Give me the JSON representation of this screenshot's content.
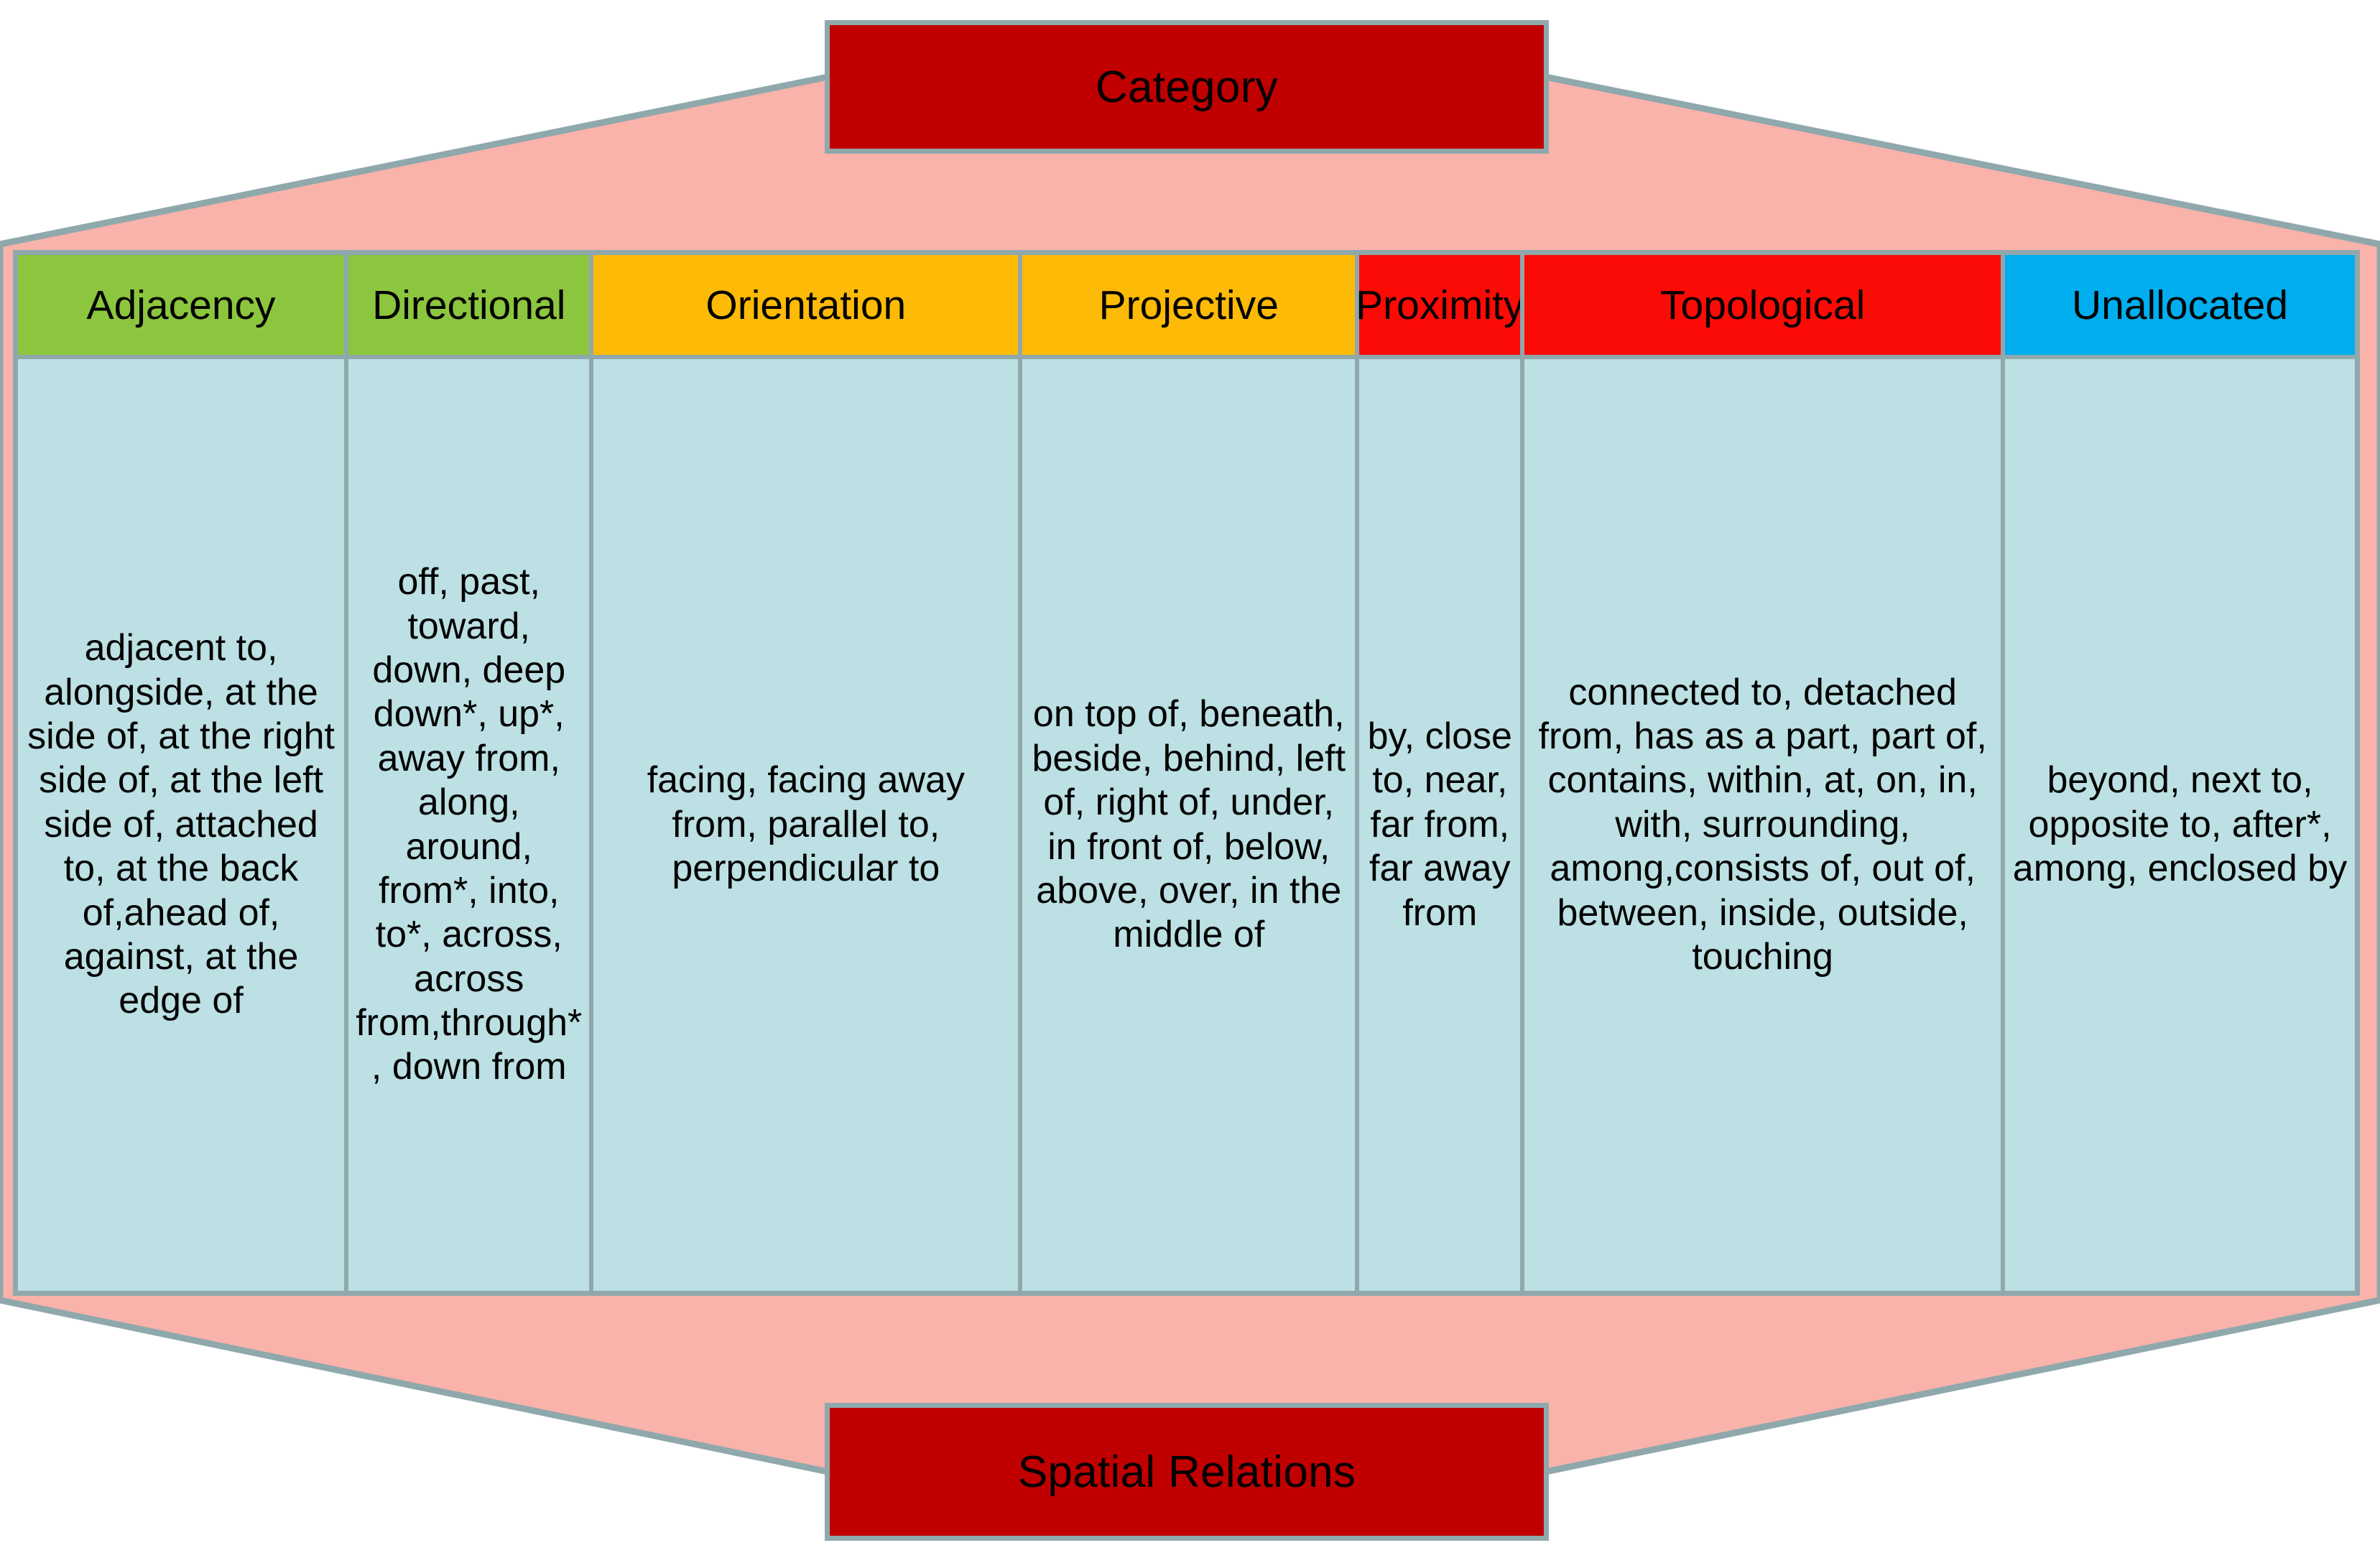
{
  "top_box": {
    "label": "Category"
  },
  "bottom_box": {
    "label": "Spatial Relations"
  },
  "colors": {
    "title_box_fill": "#C00000",
    "border": "#8FA8AC",
    "chevron_fill": "#F9B3AA",
    "body_fill": "#BCE0E3",
    "green": "#8CC63E",
    "amber": "#FDBA06",
    "red": "#FB0B06",
    "blue": "#00AEEF"
  },
  "table": {
    "columns": [
      {
        "header": "Adjacency",
        "header_color": "#8CC63E",
        "terms": "adjacent to, alongside, at the side of, at the right side of, at the left side of, attached to, at the back of,ahead of, against, at the edge of"
      },
      {
        "header": "Directional",
        "header_color": "#8CC63E",
        "terms": "off, past, toward, down, deep down*, up*, away from, along, around, from*, into, to*, across, across from,through*, down from"
      },
      {
        "header": "Orientation",
        "header_color": "#FDBA06",
        "terms": "facing, facing away from, parallel to, perpendicular to"
      },
      {
        "header": "Projective",
        "header_color": "#FDBA06",
        "terms": "on top of, beneath, beside, behind, left of, right of, under, in front of, below, above, over, in the middle of"
      },
      {
        "header": "Proximity",
        "header_color": "#FB0B06",
        "terms": "by, close to, near, far from, far away from"
      },
      {
        "header": "Topological",
        "header_color": "#FB0B06",
        "terms": "connected to, detached from, has as a part, part of, contains, within, at, on, in, with, surrounding, among,consists of, out of, between, inside, outside, touching"
      },
      {
        "header": "Unallocated",
        "header_color": "#00AEEF",
        "terms": "beyond, next to, opposite to, after*, among, enclosed by"
      }
    ]
  }
}
